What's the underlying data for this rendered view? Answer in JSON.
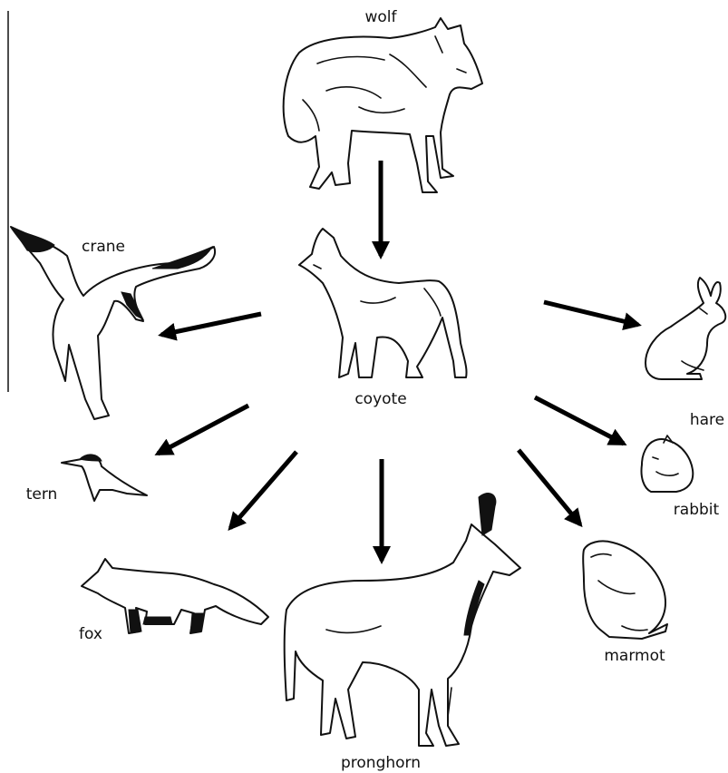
{
  "labels": {
    "wolf": "wolf",
    "coyote": "coyote",
    "crane": "crane",
    "hare": "hare",
    "tern": "tern",
    "rabbit": "rabbit",
    "fox": "fox",
    "pronghorn": "pronghorn",
    "marmot": "marmot"
  },
  "arrows": [
    {
      "from": "wolf",
      "to": "coyote"
    },
    {
      "from": "coyote",
      "to": "crane"
    },
    {
      "from": "coyote",
      "to": "hare"
    },
    {
      "from": "coyote",
      "to": "tern"
    },
    {
      "from": "coyote",
      "to": "rabbit"
    },
    {
      "from": "coyote",
      "to": "fox"
    },
    {
      "from": "coyote",
      "to": "pronghorn"
    },
    {
      "from": "coyote",
      "to": "marmot"
    }
  ],
  "colors": {
    "line": "#111111",
    "arrow": "#000000",
    "background": "#ffffff"
  }
}
